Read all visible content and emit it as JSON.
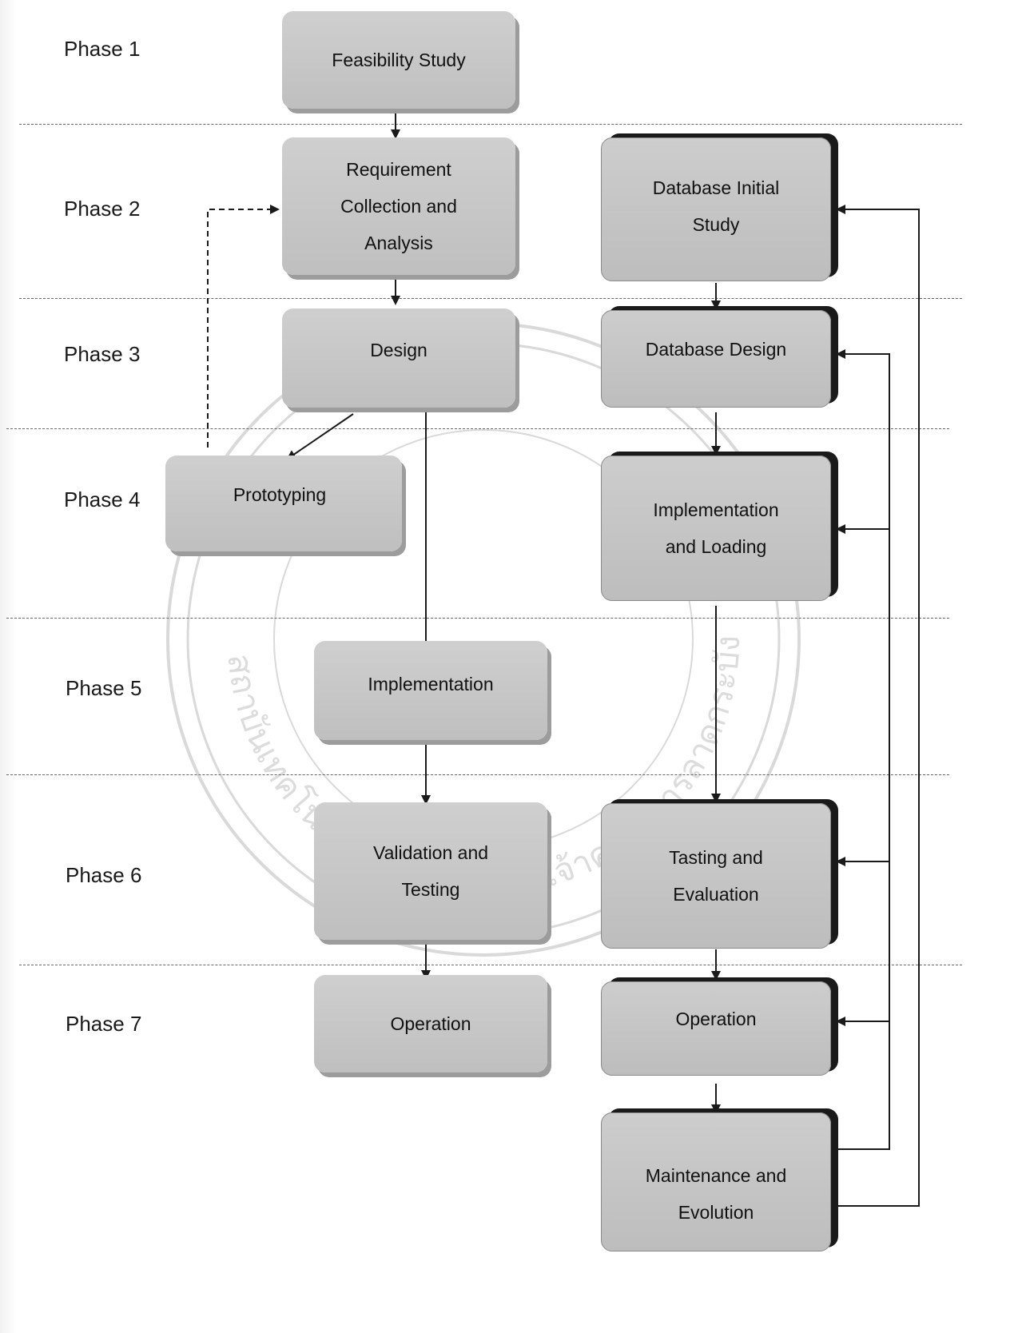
{
  "phases": [
    "Phase 1",
    "Phase 2",
    "Phase 3",
    "Phase 4",
    "Phase 5",
    "Phase 6",
    "Phase 7"
  ],
  "left_column": {
    "feasibility": "Feasibility Study",
    "requirement": "Requirement\nCollection and\nAnalysis",
    "design": "Design",
    "prototyping": "Prototyping",
    "implementation": "Implementation",
    "validation": "Validation and\nTesting",
    "operation": "Operation"
  },
  "right_column": {
    "initial_study": "Database Initial\nStudy",
    "db_design": "Database Design",
    "impl_loading": "Implementation\nand Loading",
    "testing_eval": "Tasting and\nEvaluation",
    "operation": "Operation",
    "maintenance": "Maintenance and\nEvolution"
  },
  "watermark_text": "สถาบันเทคโนโลยีพระจอมเกล้าเจ้าคุณทหารลาดกระบัง",
  "colors": {
    "box": "#c6c6c6",
    "box_shadow": "#9c9c9c",
    "dark_shadow": "#1a1a1a",
    "line": "#1a1a1a"
  }
}
